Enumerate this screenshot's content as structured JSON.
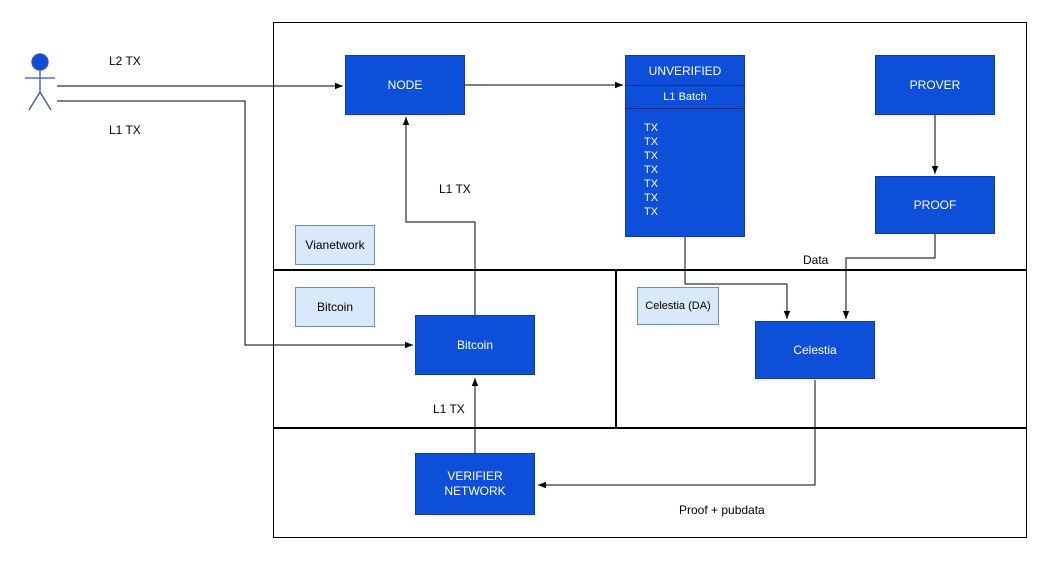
{
  "diagram": {
    "sections": {
      "vianetwork": "Vianetwork",
      "bitcoin": "Bitcoin",
      "celestia_da": "Celestia (DA)"
    },
    "nodes": {
      "node": "NODE",
      "unverified_title": "UNVERIFIED",
      "l1_batch": "L1 Batch",
      "tx_items": [
        "TX",
        "TX",
        "TX",
        "TX",
        "TX",
        "TX",
        "TX"
      ],
      "prover": "PROVER",
      "proof": "PROOF",
      "bitcoin": "Bitcoin",
      "celestia": "Celestia",
      "verifier_line1": "VERIFIER",
      "verifier_line2": "NETWORK"
    },
    "edge_labels": {
      "l2_tx": "L2 TX",
      "l1_tx_user": "L1 TX",
      "l1_tx_to_node": "L1 TX",
      "l1_tx_verifier": "L1 TX",
      "data": "Data",
      "proof_pubdata": "Proof + pubdata"
    },
    "colors": {
      "node_fill": "#0d4fd9",
      "node_border": "#0a3cad",
      "label_fill": "#dae8fc",
      "label_border": "#6c8ebf",
      "edge": "#000000",
      "container_border": "#000000"
    }
  }
}
